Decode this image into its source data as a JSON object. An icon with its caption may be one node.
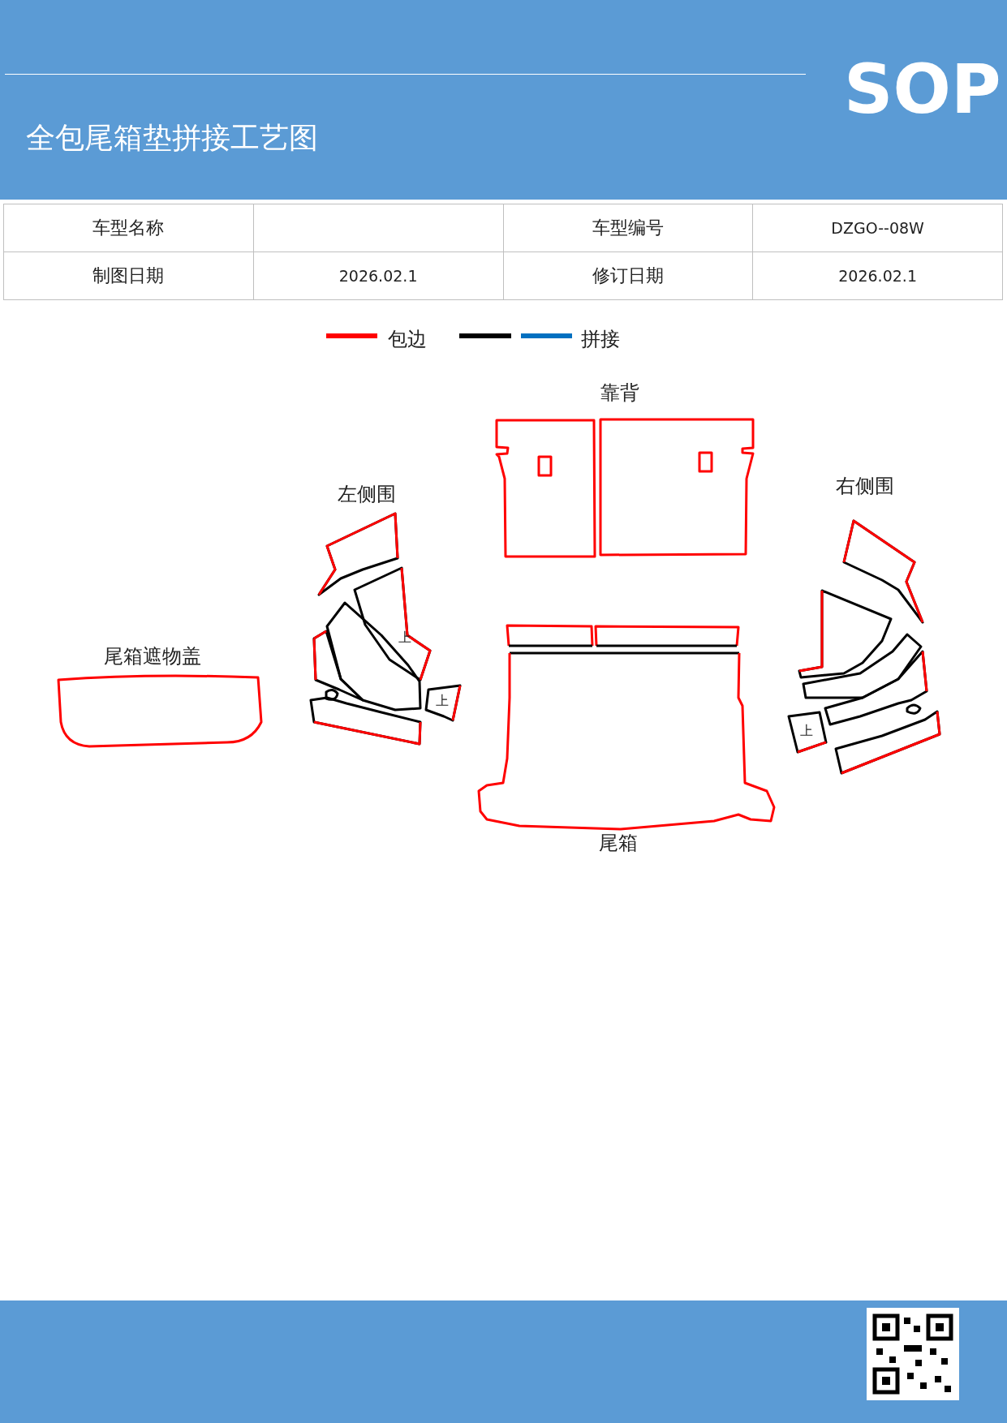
{
  "diagram": {
    "title": "全包尾箱垫拼接工艺图",
    "labels": [
      "SOP",
      "车型名称",
      "车型编号",
      "DZGO--08W",
      "制图日期",
      "2026.02.1",
      "修订日期",
      "2026.02.1",
      "靠背",
      "右侧围",
      "左侧围",
      "尾箱遮物盖",
      "上",
      "上",
      "上",
      "尾箱"
    ],
    "legend": [
      {
        "text": "包边",
        "color": "#ff0000"
      },
      {
        "text": "拼接",
        "color": "#0070c0"
      }
    ]
  }
}
